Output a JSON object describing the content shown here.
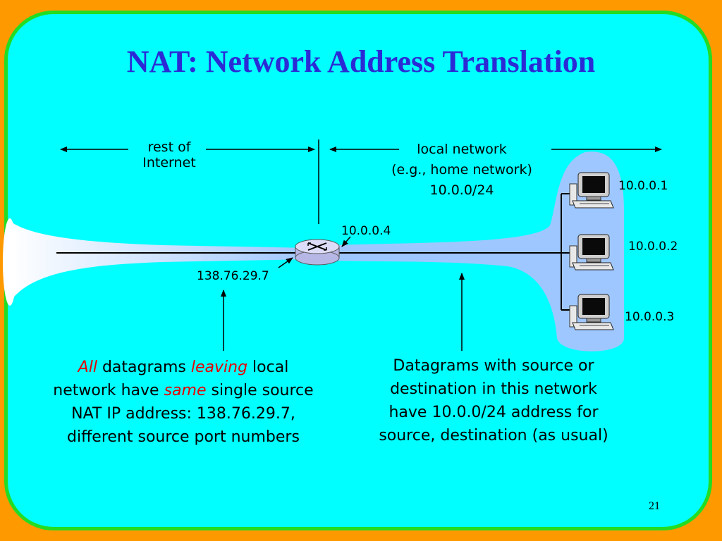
{
  "title": "NAT: Network Address Translation",
  "labels": {
    "rest_of_internet_line1": "rest of",
    "rest_of_internet_line2": "Internet",
    "local_network_line1": "local network",
    "local_network_line2": "(e.g., home network)",
    "local_network_line3": "10.0.0/24",
    "router_local_ip": "10.0.0.4",
    "router_public_ip": "138.76.29.7",
    "host1_ip": "10.0.0.1",
    "host2_ip": "10.0.0.2",
    "host3_ip": "10.0.0.3"
  },
  "captions": {
    "left": {
      "line1_em1": "All",
      "line1_text1": " datagrams ",
      "line1_em2": "leaving",
      "line1_text2": " local",
      "line2_text1": "network have ",
      "line2_em": "same",
      "line2_text2": " single source",
      "line3": "NAT IP address: 138.76.29.7,",
      "line4": "different source port numbers"
    },
    "right": {
      "line1": "Datagrams with source or",
      "line2": "destination in this network",
      "line3": "have 10.0.0/24 address for",
      "line4": "source, destination (as usual)"
    }
  },
  "page_number": "21",
  "colors": {
    "background": "#ff9900",
    "slide": "#00ffff",
    "slide_border": "#22dd22",
    "title": "#2b2bd6",
    "emphasis": "#e60000",
    "local_network_blob": "#9fc7ff",
    "router": "#c4c4ec"
  },
  "icons": {
    "router": "router-icon",
    "hosts": [
      "desktop-computer-icon",
      "desktop-computer-icon",
      "desktop-computer-icon"
    ]
  }
}
